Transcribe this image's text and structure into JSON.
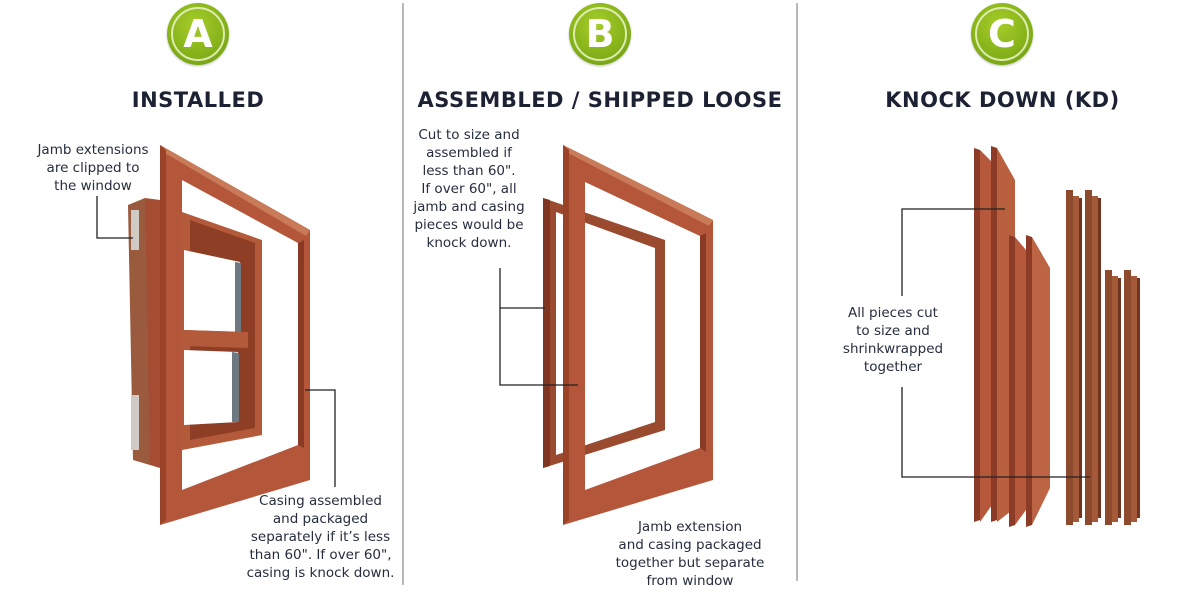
{
  "sections": [
    {
      "id": "A",
      "badge": "A",
      "title": "INSTALLED",
      "callouts": [
        {
          "text": "Jamb extensions\nare clipped to\nthe window"
        },
        {
          "text": "Casing assembled\nand packaged\nseparately if it’s less\nthan 60\". If over 60\",\ncasing is knock down."
        }
      ]
    },
    {
      "id": "B",
      "badge": "B",
      "title": "ASSEMBLED / SHIPPED LOOSE",
      "callouts": [
        {
          "text": "Cut to size and\nassembled if\nless than 60\".\nIf over 60\", all\njamb and casing\npieces would be\nknock down."
        },
        {
          "text": "Jamb extension\nand casing packaged\ntogether but separate\nfrom window"
        }
      ]
    },
    {
      "id": "C",
      "badge": "C",
      "title": "KNOCK DOWN (KD)",
      "callouts": [
        {
          "text": "All pieces cut\nto size and\nshrinkwrapped\ntogether"
        }
      ]
    }
  ],
  "colors": {
    "badge_green": "#86b31a",
    "wood": "#b4563a",
    "wood_dark": "#8a3a24",
    "text": "#1c2233",
    "divider": "#b9b9b9"
  }
}
